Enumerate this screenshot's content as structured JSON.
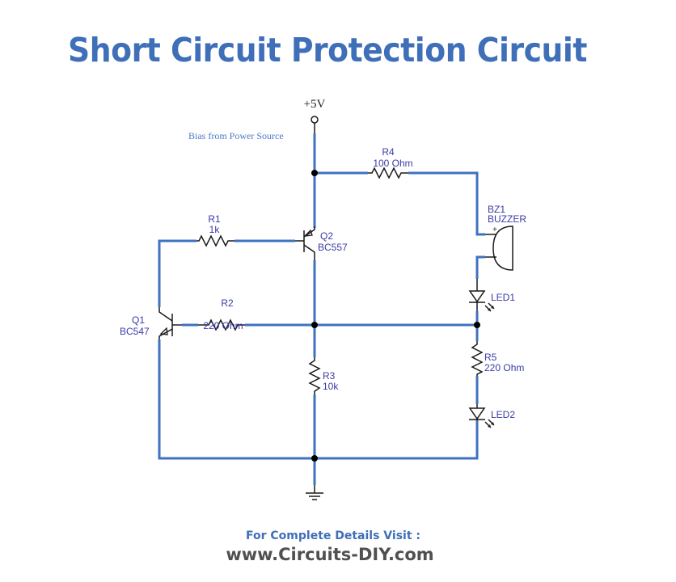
{
  "title": "Short Circuit Protection Circuit",
  "supply": {
    "label": "+5V"
  },
  "note": "Bias from Power Source",
  "components": {
    "r1": {
      "ref": "R1",
      "value": "1k"
    },
    "r2": {
      "ref": "R2",
      "value": "220 Ohm"
    },
    "r3": {
      "ref": "R3",
      "value": "10k"
    },
    "r4": {
      "ref": "R4",
      "value": "100 Ohm"
    },
    "r5": {
      "ref": "R5",
      "value": "220 Ohm"
    },
    "q1": {
      "ref": "Q1",
      "value": "BC547"
    },
    "q2": {
      "ref": "Q2",
      "value": "BC557"
    },
    "bz1": {
      "ref": "BZ1",
      "value": "BUZZER",
      "polarity": "+"
    },
    "led1": {
      "ref": "LED1"
    },
    "led2": {
      "ref": "LED2"
    }
  },
  "footer": {
    "visit": "For Complete Details Visit :",
    "url": "www.Circuits-DIY.com"
  }
}
